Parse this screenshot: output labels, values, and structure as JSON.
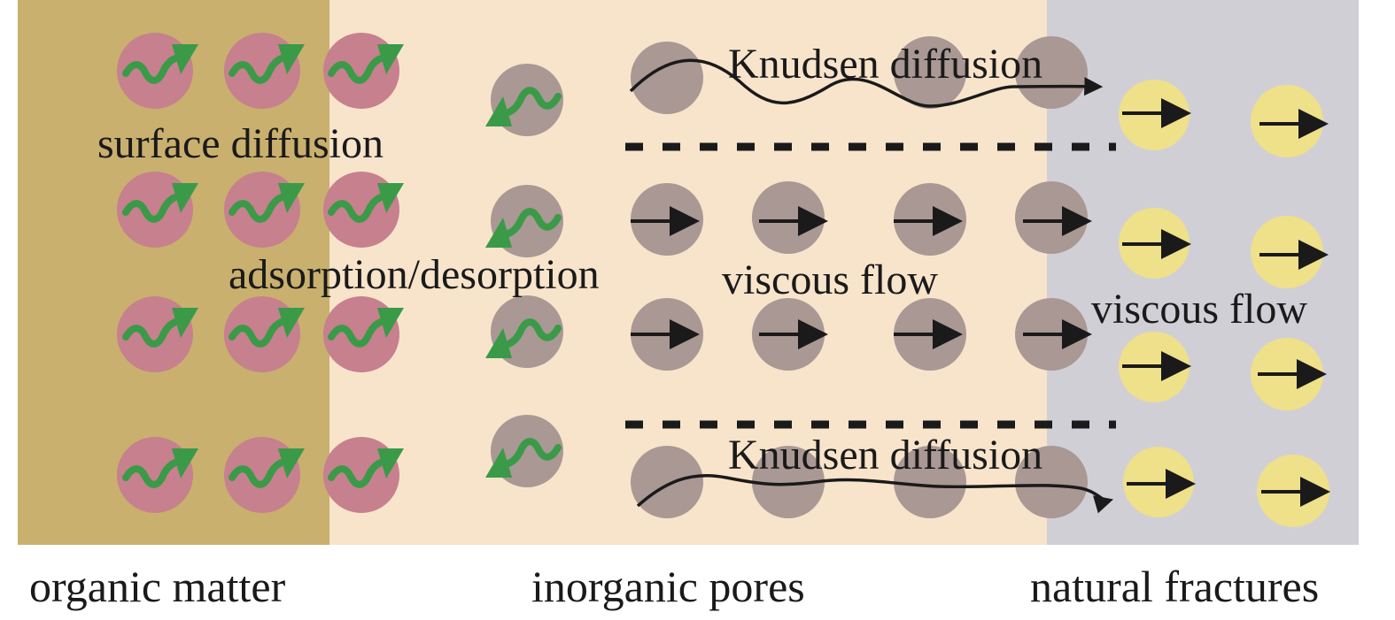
{
  "regions": {
    "organic": {
      "label": "organic matter",
      "color": "#c9b06e"
    },
    "inorganic": {
      "label": "inorganic pores",
      "color": "#f7e4cb"
    },
    "fractures": {
      "label": "natural fractures",
      "color": "#d1cfd6"
    }
  },
  "mechanisms": {
    "surface_diffusion": "surface diffusion",
    "adsorption_desorption": "adsorption/desorption",
    "knudsen_top": "Knudsen diffusion",
    "knudsen_bottom": "Knudsen diffusion",
    "viscous_inorganic": "viscous flow",
    "viscous_fracture": "viscous flow"
  },
  "colors": {
    "adsorbed_molecule": "#c6808e",
    "free_molecule": "#a99893",
    "fracture_molecule": "#efe08a",
    "green_arrow": "#3a9a48",
    "black_arrow": "#1a1a1a"
  }
}
